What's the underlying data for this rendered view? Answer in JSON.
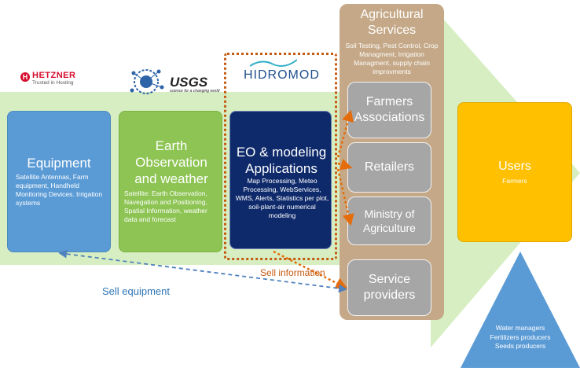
{
  "colors": {
    "band": "#d6eec2",
    "equipment": "#5b9bd5",
    "earth": "#8dc453",
    "eo": "#0f2a6b",
    "services": "#c4a887",
    "service_item": "#a6a6a6",
    "users": "#ffc000",
    "pyramid": "#5b9bd5",
    "dotted_frame": "#c55a11"
  },
  "logos": {
    "hetzner_name": "HETZNER",
    "hetzner_tag": "Trusted in Hosting",
    "usgs_name": "USGS",
    "usgs_tag": "science for a changing world",
    "hidromod": "HIDROMOD"
  },
  "equipment": {
    "title": "Equipment",
    "desc": "Satellite Antennas, Farm equipment, Handheld Monitoring Devices. Irrigation systems"
  },
  "earth": {
    "title": "Earth Observation and weather",
    "desc": "Satellite: Earth Observation, Navegation and Positioning, Spatial Information, weather data and forecast"
  },
  "eo": {
    "title": "EO & modeling Applications",
    "desc": "Map Processing, Meteo Processing, WebServices, WMS, Alerts, Statistics per plot, soil-plant-air numerical modeling"
  },
  "services": {
    "title": "Agricultural Services",
    "desc": "Soil Testing, Pest Control, Crop Managment, Irrigation Managment, supply chain improvments",
    "items": [
      "Farmers Associations",
      "Retailers",
      "Ministry of Agriculture",
      "Service providers"
    ]
  },
  "users": {
    "title": "Users",
    "subtitle": "Farmers"
  },
  "pyramid": {
    "lines": [
      "Water managers",
      "Fertilizers producers",
      "Seeds producers"
    ]
  },
  "labels": {
    "sell_information": "Sell information",
    "sell_equipment": "Sell equipment"
  }
}
